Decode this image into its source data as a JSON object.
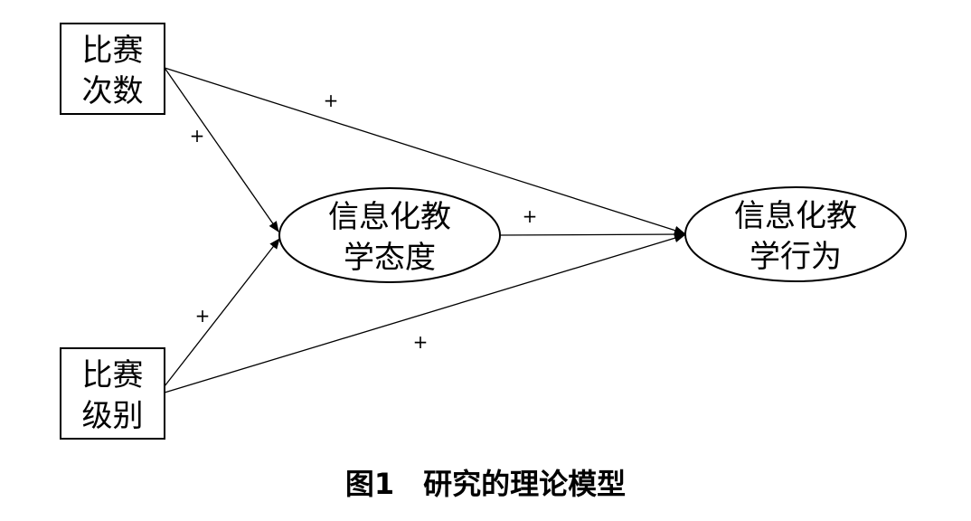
{
  "nodes": {
    "competition_count": {
      "line1": "比赛",
      "line2": "次数"
    },
    "competition_level": {
      "line1": "比赛",
      "line2": "级别"
    },
    "teaching_attitude": {
      "line1": "信息化教",
      "line2": "学态度"
    },
    "teaching_behavior": {
      "line1": "信息化教",
      "line2": "学行为"
    }
  },
  "edges": [
    {
      "from": "competition_count",
      "to": "teaching_attitude",
      "sign": "+"
    },
    {
      "from": "competition_count",
      "to": "teaching_behavior",
      "sign": "+"
    },
    {
      "from": "teaching_attitude",
      "to": "teaching_behavior",
      "sign": "+"
    },
    {
      "from": "competition_level",
      "to": "teaching_attitude",
      "sign": "+"
    },
    {
      "from": "competition_level",
      "to": "teaching_behavior",
      "sign": "+"
    }
  ],
  "caption": "图1　研究的理论模型"
}
